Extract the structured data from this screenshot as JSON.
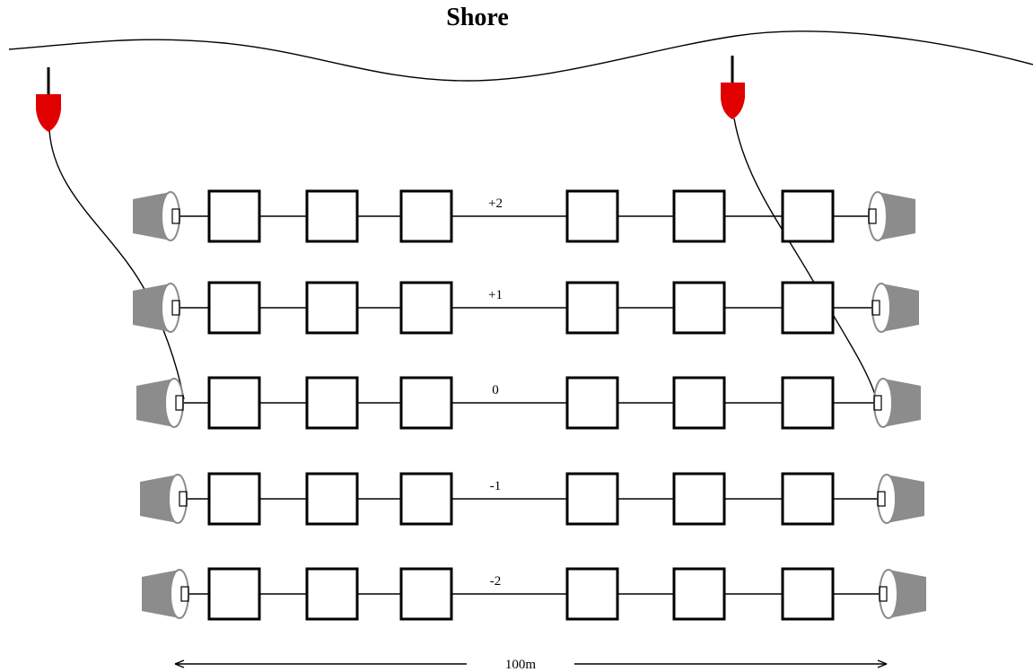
{
  "shore": {
    "label": "Shore"
  },
  "rows": [
    {
      "label": "+2"
    },
    {
      "label": "+1"
    },
    {
      "label": "0"
    },
    {
      "label": "-1"
    },
    {
      "label": "-2"
    }
  ],
  "traps_per_row": 6,
  "scale": {
    "label": "100m"
  },
  "colors": {
    "buoy": "#e00000",
    "anchor": "#8c8c8c",
    "line": "#000000",
    "background": "#ffffff"
  }
}
